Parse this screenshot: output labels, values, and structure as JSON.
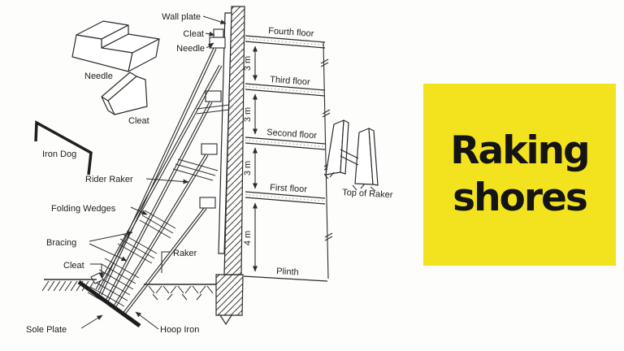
{
  "panel": {
    "title_line1": "Raking",
    "title_line2": "shores",
    "bg_color": "#F3E31E",
    "text_color": "#141414"
  },
  "diagram": {
    "labels": {
      "wall_plate": "Wall plate",
      "cleat_top": "Cleat",
      "needle_top": "Needle",
      "fourth_floor": "Fourth floor",
      "third_floor": "Third floor",
      "second_floor": "Second floor",
      "first_floor": "First floor",
      "plinth": "Plinth",
      "needle_iso": "Needle",
      "cleat_iso": "Cleat",
      "iron_dog": "Iron Dog",
      "rider_raker": "Rider Raker",
      "folding_wedges": "Folding Wedges",
      "bracing": "Bracing",
      "cleat_bottom": "Cleat",
      "raker": "Raker",
      "sole_plate": "Sole Plate",
      "hoop_iron": "Hoop Iron",
      "top_of_raker": "Top of Raker"
    },
    "dimensions": {
      "floor_span": "3 m",
      "plinth_span": "4 m"
    },
    "line_color": "#2b2b2b"
  }
}
